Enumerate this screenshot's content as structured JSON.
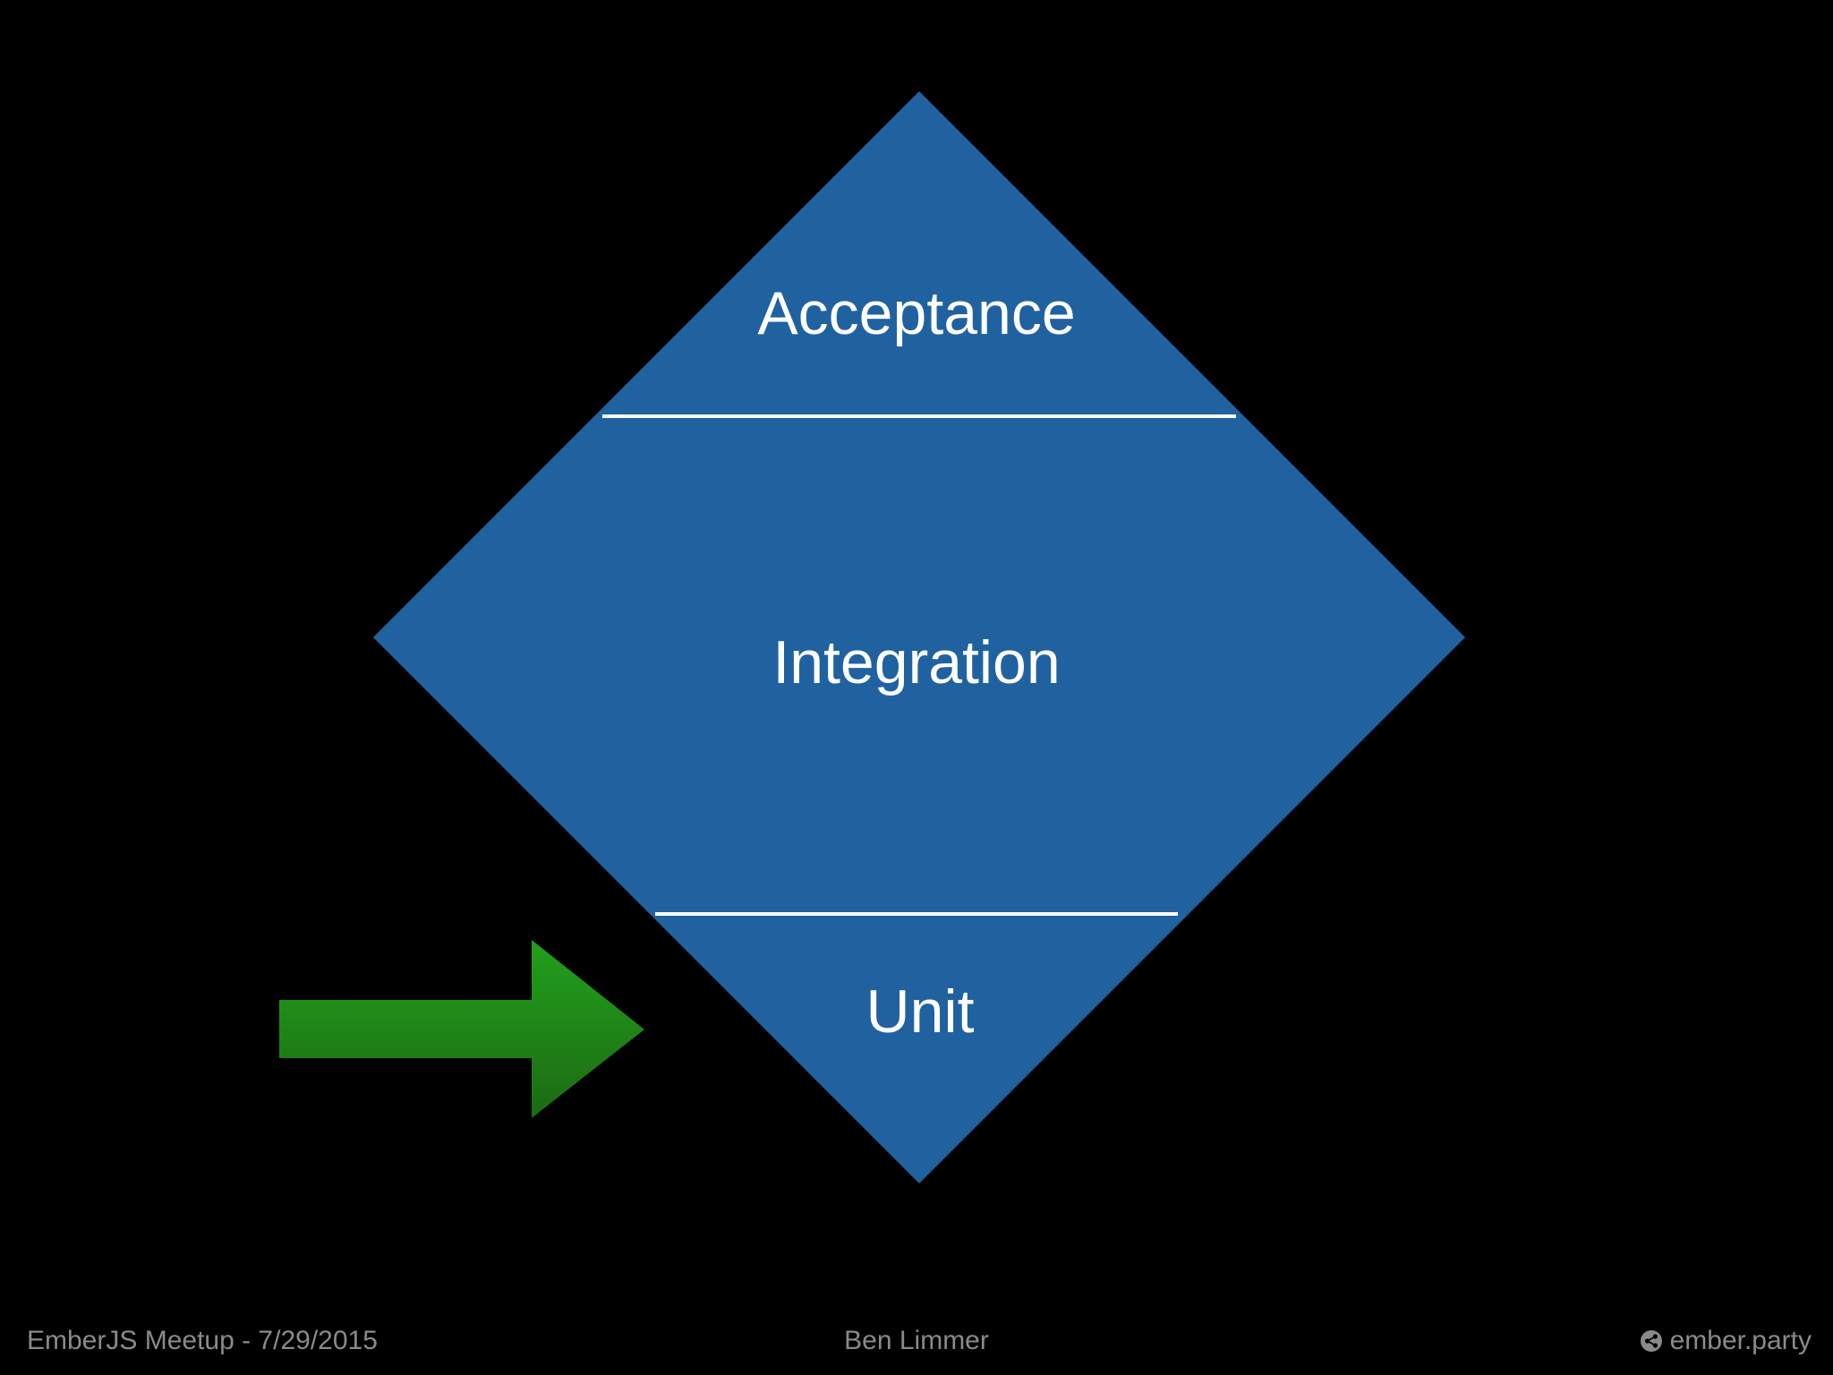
{
  "diagram": {
    "layers": [
      {
        "label": "Acceptance"
      },
      {
        "label": "Integration"
      },
      {
        "label": "Unit"
      }
    ],
    "colors": {
      "diamond": "#2062a0",
      "divider": "#ffffff",
      "arrow_top": "#22a01c",
      "arrow_bottom": "#1c6a13",
      "background": "#000000"
    },
    "pointer": {
      "icon": "right-arrow-icon",
      "points_to": "Unit"
    }
  },
  "footer": {
    "event": "EmberJS Meetup - 7/29/2015",
    "speaker": "Ben Limmer",
    "site": "ember.party",
    "site_icon": "share-icon"
  }
}
